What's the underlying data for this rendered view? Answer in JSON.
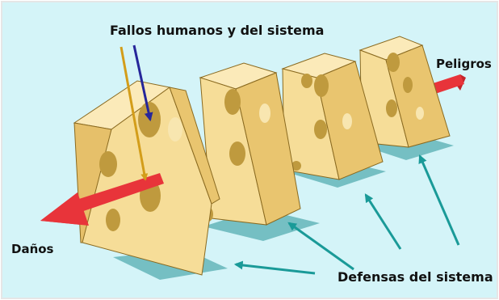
{
  "labels": {
    "top": "Fallos humanos y del sistema",
    "hazards": "Peligros",
    "harm": "Daños",
    "defenses": "Defensas del sistema"
  },
  "colors": {
    "background": "#d4f4f8",
    "border": "#e6e6e6",
    "cheese_front": "#f6dd98",
    "cheese_side": "#e9c56f",
    "cheese_top": "#fbeab9",
    "hole": "#bf9a3e",
    "shadow": "#6ab9bd",
    "arrow_red": "#e8343a",
    "pointer_teal": "#1a9a98",
    "pointer_gold": "#d39d1a",
    "pointer_blue": "#26269a"
  },
  "icons": [
    "swiss-cheese-slice",
    "trajectory-arrow",
    "pointer-arrow"
  ]
}
